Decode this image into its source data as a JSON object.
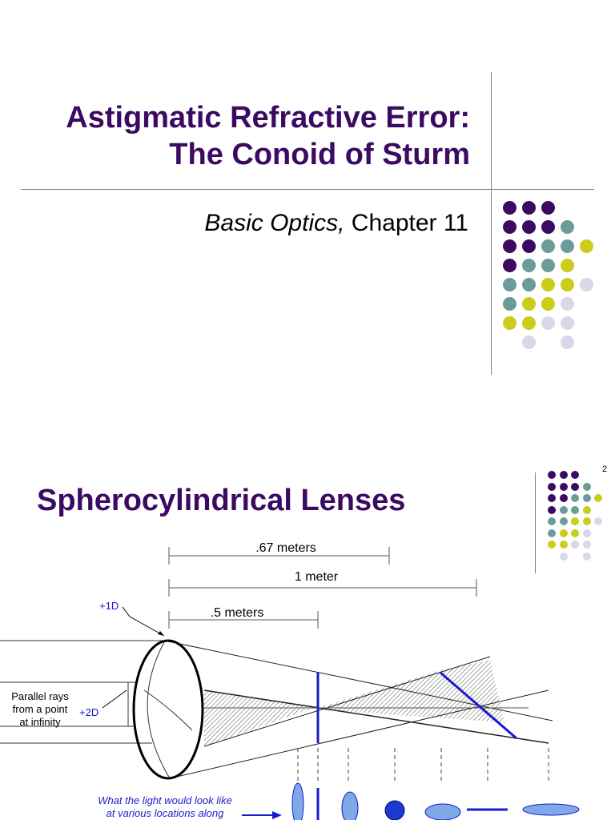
{
  "slide1": {
    "title_line1": "Astigmatic Refractive Error:",
    "title_line2": "The Conoid of Sturm",
    "subtitle_italic": "Basic Optics,",
    "subtitle_rest": " Chapter 11"
  },
  "slide2": {
    "page_number": "2",
    "title": "Spherocylindrical Lenses",
    "dim_067": ".67 meters",
    "dim_1": "1 meter",
    "dim_05": ".5 meters",
    "label_1d": "+1D",
    "label_2d": "+2D",
    "parallel_line1": "Parallel rays",
    "parallel_line2": "from a point",
    "parallel_line3": "at infinity",
    "caption_line1": "What the light would look like",
    "caption_line2": "at various locations along"
  },
  "colors": {
    "title": "#3b0a63",
    "purple": "#3b0a63",
    "teal": "#6b9c9a",
    "yellow": "#cccc1a",
    "lavender": "#d8d8e8",
    "blue": "#1a1ad0",
    "caption_blue": "#2020c8"
  }
}
